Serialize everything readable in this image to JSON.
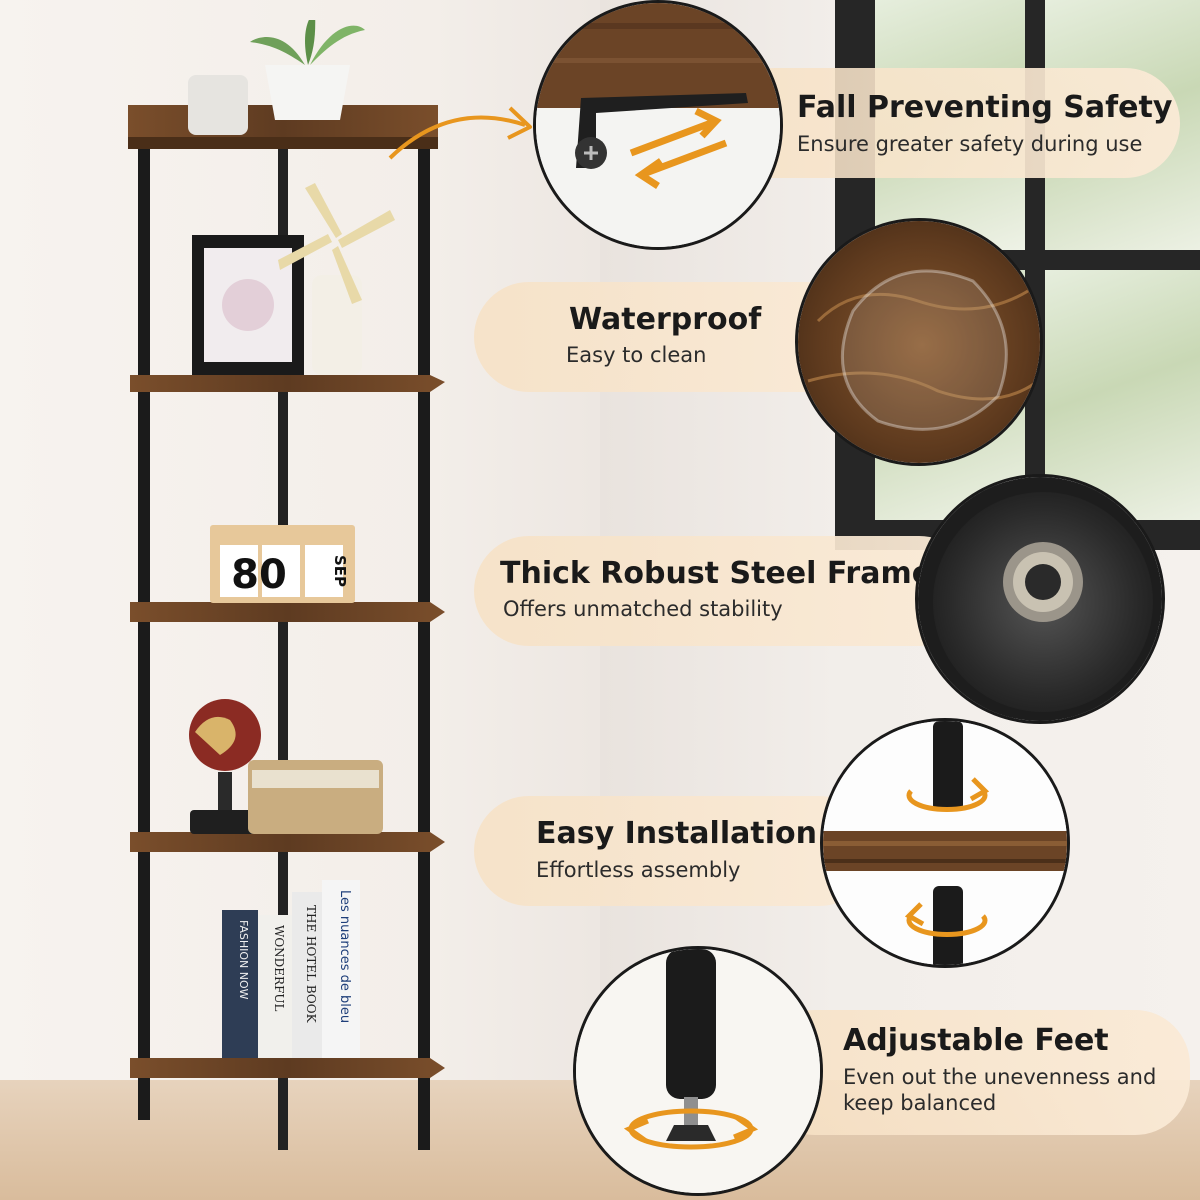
{
  "features": [
    {
      "title": "Fall Preventing Safety",
      "subtitle": "Ensure greater safety during use",
      "icon": "bracket-icon"
    },
    {
      "title": "Waterproof",
      "subtitle": "Easy to clean",
      "icon": "water-drop-icon"
    },
    {
      "title": "Thick Robust Steel Frame",
      "subtitle": "Offers unmatched stability",
      "icon": "steel-tube-icon"
    },
    {
      "title": "Easy Installation",
      "subtitle": "Effortless assembly",
      "icon": "rotate-icon"
    },
    {
      "title": "Adjustable Feet",
      "subtitle": "Even out the unevenness and keep balanced",
      "icon": "adjustable-foot-icon"
    }
  ],
  "calendar": {
    "day": "80",
    "month": "SEP"
  },
  "books": [
    "FASHION NOW",
    "WONDERFUL",
    "THE HOTEL BOOK",
    "Les nuances de bleu"
  ],
  "colors": {
    "accent_orange": "#e8961e",
    "pill_bg": "#f7e1c4",
    "wood": "#6b4426",
    "frame": "#1b1b1b"
  }
}
